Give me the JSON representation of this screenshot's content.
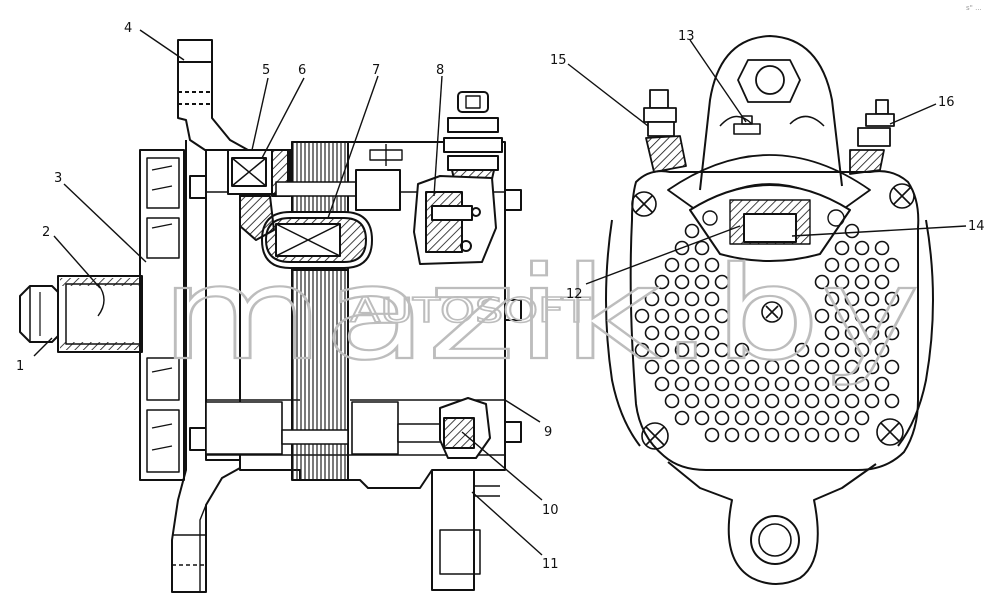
{
  "callouts": [
    "1",
    "2",
    "3",
    "4",
    "5",
    "6",
    "7",
    "8",
    "9",
    "10",
    "11",
    "12",
    "13",
    "14",
    "15",
    "16"
  ],
  "watermark": {
    "main": "mazik.by",
    "sub": "AUTOSOFT"
  },
  "corner_mark": "s\" ..."
}
